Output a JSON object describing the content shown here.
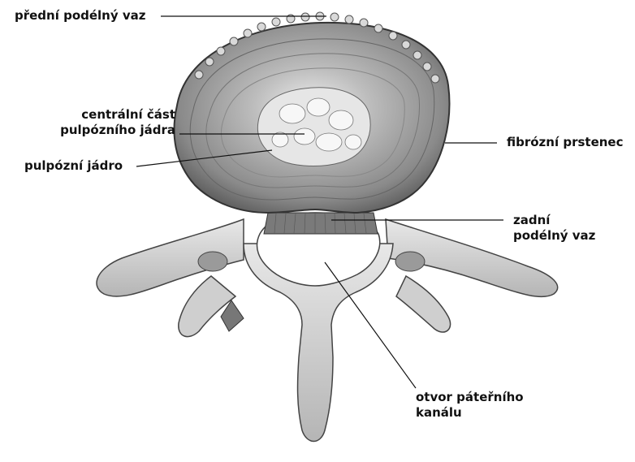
{
  "labels": {
    "anterior_ligament": "přední podélný vaz",
    "nucleus_center_line1": "centrální část",
    "nucleus_center_line2": "pulpózního jádra",
    "nucleus": "pulpózní jádro",
    "annulus": "fibrózní prstenec",
    "posterior_ligament_line1": "zadní",
    "posterior_ligament_line2": "podélný vaz",
    "canal_line1": "otvor páteřního",
    "canal_line2": "kanálu"
  }
}
